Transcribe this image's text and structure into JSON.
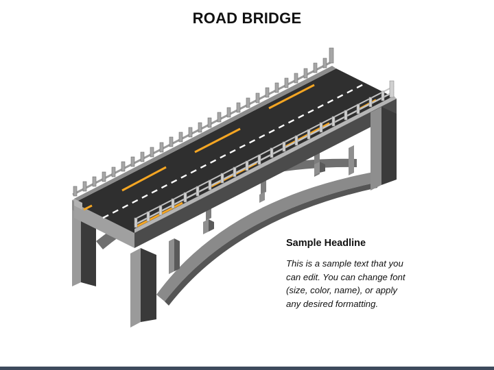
{
  "slide": {
    "title": "ROAD BRIDGE"
  },
  "text_box": {
    "headline": "Sample Headline",
    "body_lines": [
      "This is a sample text that you",
      "can edit. You can change font",
      "(size, color, name), or apply",
      "any desired formatting."
    ]
  },
  "colors": {
    "deck_asphalt": "#2f2f2f",
    "concrete_light": "#9e9e9e",
    "concrete_mid": "#7a7a7a",
    "concrete_dark": "#4b4b4b",
    "lane_marking_white": "#ffffff",
    "lane_marking_yellow": "#f5a623",
    "bottom_bar": "#3d4a5c"
  }
}
